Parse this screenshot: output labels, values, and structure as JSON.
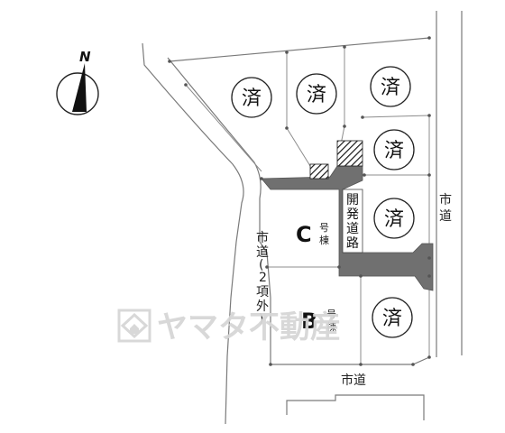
{
  "compass": {
    "label": "N"
  },
  "sold_lots": [
    {
      "label": "済"
    },
    {
      "label": "済"
    },
    {
      "label": "済"
    },
    {
      "label": "済"
    },
    {
      "label": "済"
    },
    {
      "label": "済"
    }
  ],
  "lot_c": {
    "letter": "C",
    "suffix": [
      "号",
      "棟"
    ]
  },
  "lot_b": {
    "letter": "B",
    "suffix": [
      "号",
      "棟"
    ]
  },
  "roads": {
    "development_road": [
      "開",
      "発",
      "道",
      "路"
    ],
    "city_road_east": [
      "市",
      "道"
    ],
    "city_road_west": [
      "市",
      "道",
      "(",
      "2",
      "項",
      "外",
      ")"
    ],
    "city_road_south": "市道"
  },
  "watermark": {
    "text": "ヤマタ不動産"
  },
  "colors": {
    "road_fill": "#707070",
    "lot_line": "#8c8c8c",
    "hatch": "#1a1a1a",
    "watermark": "#d6d6d6"
  }
}
